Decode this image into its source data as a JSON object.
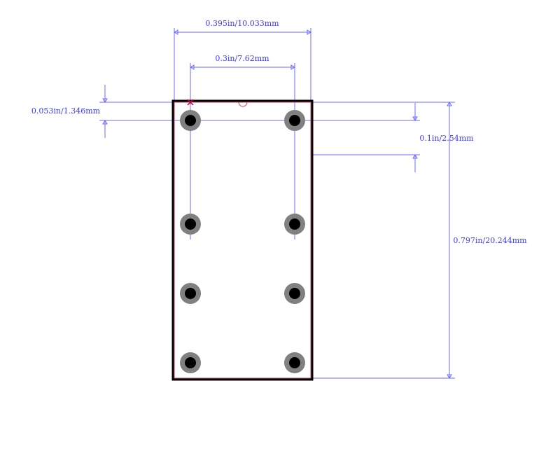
{
  "footprint": {
    "pin_rows": 4,
    "pin_columns": 2
  },
  "dimensions": {
    "overall_width": "0.395in/10.033mm",
    "pin_row_spacing": "0.3in/7.62mm",
    "edge_to_pin_offset": "0.053in/1.346mm",
    "pin_pitch": "0.1in/2.54mm",
    "overall_length": "0.797in/20.244mm"
  },
  "colors": {
    "dimension": "#3a3aff",
    "outline": "#000000",
    "courtyard": "#d04060",
    "pad": "#808080",
    "drill": "#000000",
    "pin1_marker": "#c00040"
  }
}
